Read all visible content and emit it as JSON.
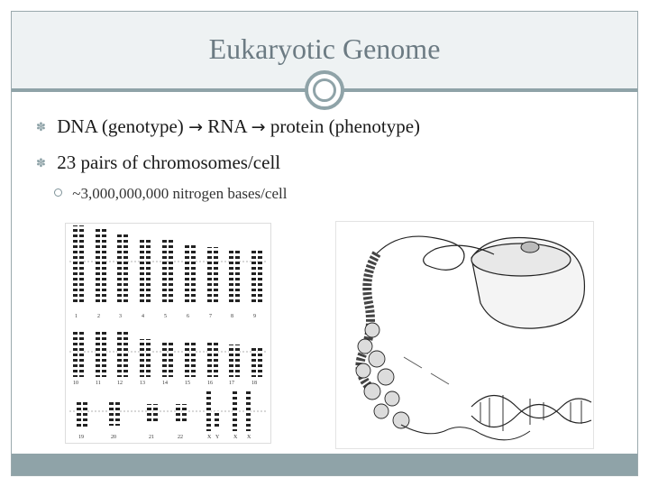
{
  "slide": {
    "title": "Eukaryotic Genome",
    "bullets": [
      {
        "parts": [
          "DNA (genotype) ",
          "→",
          " RNA ",
          "→",
          " protein (phenotype)"
        ]
      },
      {
        "text": "23 pairs of chromosomes/cell"
      }
    ],
    "sub_bullet": "~3,000,000,000 nitrogen bases/cell"
  },
  "karyotype": {
    "row1_numbers": [
      "1",
      "2",
      "3",
      "4",
      "5",
      "6",
      "7",
      "8",
      "9"
    ],
    "row2_numbers": [
      "10",
      "11",
      "12",
      "13",
      "14",
      "15",
      "16",
      "17",
      "18"
    ],
    "row3_numbers": [
      "19",
      "20",
      "21",
      "22",
      "X",
      "Y",
      "X",
      "X"
    ]
  },
  "colors": {
    "accent": "#8fa3a8",
    "title": "#6c7b83",
    "title_band": "#eef2f3"
  }
}
